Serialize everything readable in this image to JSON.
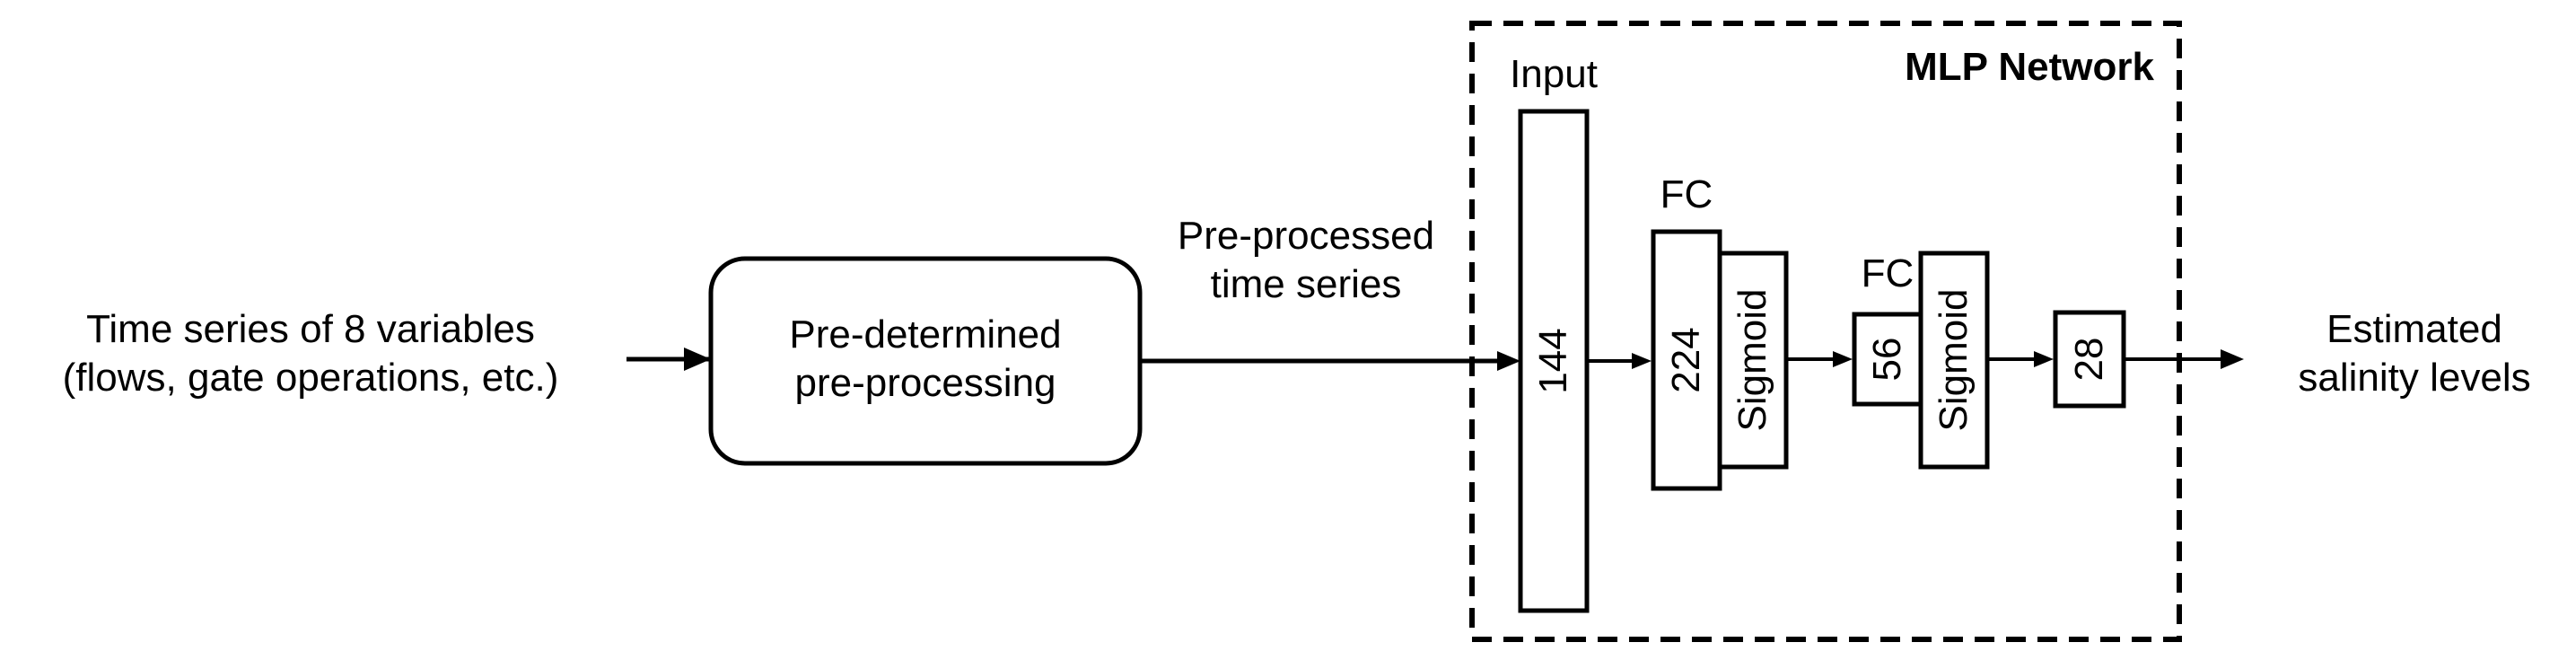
{
  "input_label": {
    "line1": "Time series of 8 variables",
    "line2": "(flows, gate operations, etc.)"
  },
  "preprocessing_box": {
    "line1": "Pre-determined",
    "line2": "pre-processing"
  },
  "preprocessed_label": {
    "line1": "Pre-processed",
    "line2": "time series"
  },
  "network": {
    "title": "MLP Network",
    "input_caption": "Input",
    "input_size": "144",
    "fc1_caption": "FC",
    "fc1_size": "224",
    "activation1": "Sigmoid",
    "fc2_caption": "FC",
    "fc2_size": "56",
    "activation2": "Sigmoid",
    "output_size": "28"
  },
  "output_label": {
    "line1": "Estimated",
    "line2": "salinity levels"
  }
}
